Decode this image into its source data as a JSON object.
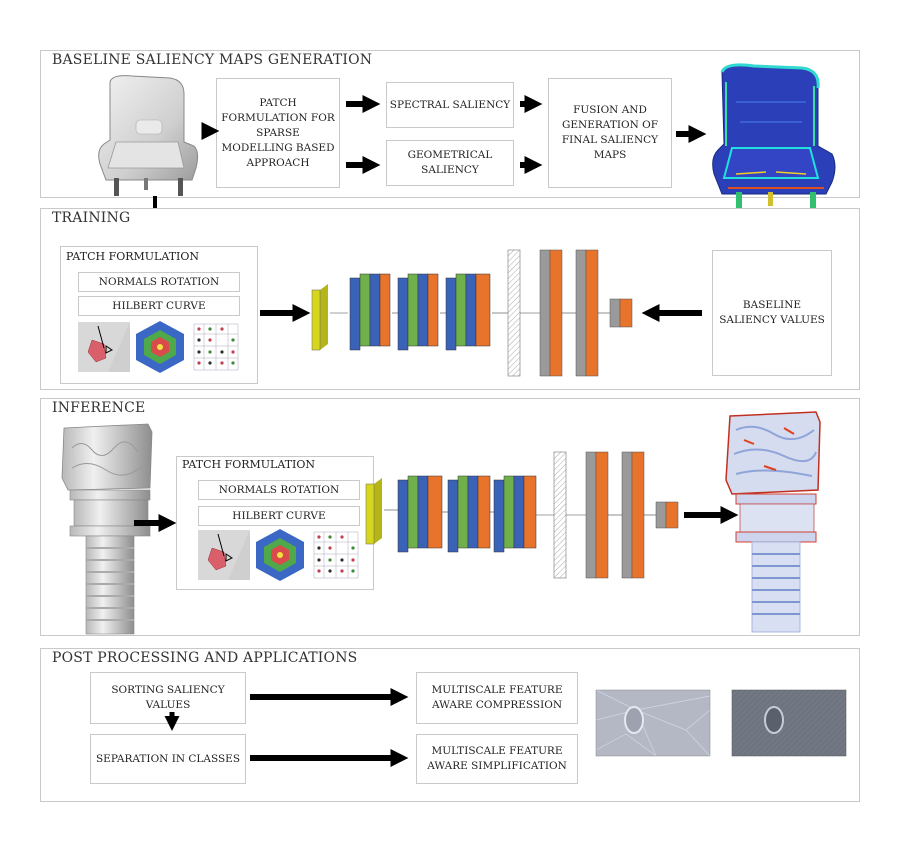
{
  "sections": {
    "baseline": {
      "title": "BASELINE SALIENCY MAPS GENERATION",
      "patch_box": "PATCH FORMULATION FOR SPARSE MODELLING BASED APPROACH",
      "spectral": "SPECTRAL SALIENCY",
      "geometrical": "GEOMETRICAL SALIENCY",
      "fusion": "FUSION AND GENERATION OF FINAL SALIENCY MAPS"
    },
    "training": {
      "title": "TRAINING",
      "patch_title": "PATCH FORMULATION",
      "normals": "NORMALS ROTATION",
      "hilbert": "HILBERT CURVE",
      "baseline_values": "BASELINE SALIENCY VALUES"
    },
    "inference": {
      "title": "INFERENCE",
      "patch_title": "PATCH FORMULATION",
      "normals": "NORMALS ROTATION",
      "hilbert": "HILBERT CURVE"
    },
    "post": {
      "title": "POST PROCESSING AND APPLICATIONS",
      "sorting": "SORTING SALIENCY VALUES",
      "separation": "SEPARATION IN CLASSES",
      "compression": "MULTISCALE FEATURE AWARE COMPRESSION",
      "simplification": "MULTISCALE FEATURE AWARE SIMPLIFICATION"
    }
  },
  "colors": {
    "yellow": "#d6d61e",
    "blue": "#3a63b8",
    "green": "#6fb04a",
    "orange": "#e8732a",
    "gray": "#9a9a9a"
  },
  "icons": [
    "chair-model-icon",
    "saliency-heatmap-chair-icon",
    "column-model-icon",
    "saliency-heatmap-column-icon",
    "mesh-compressed-icon",
    "mesh-simplified-icon"
  ]
}
